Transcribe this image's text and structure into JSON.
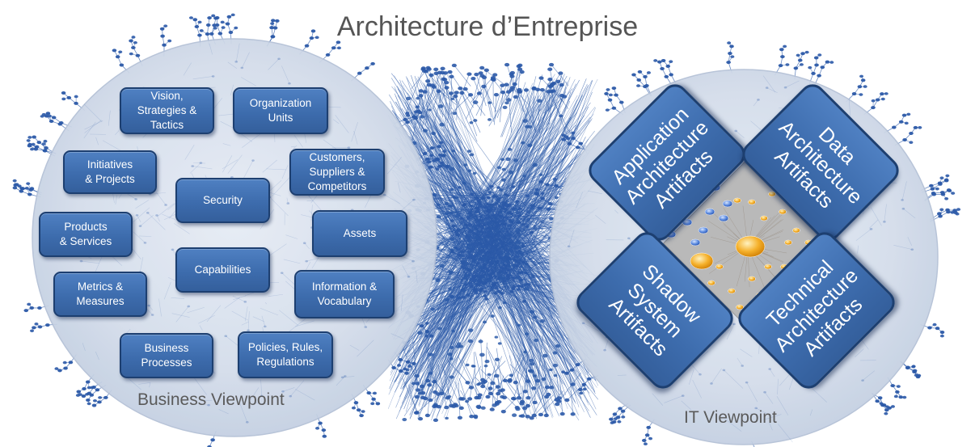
{
  "title": "Architecture d’Entreprise",
  "business": {
    "label": "Business Viewpoint",
    "boxes": [
      {
        "id": "vision",
        "label": "Vision,\nStrategies &\nTactics"
      },
      {
        "id": "org",
        "label": "Organization\nUnits"
      },
      {
        "id": "initiatives",
        "label": "Initiatives\n& Projects"
      },
      {
        "id": "customers",
        "label": "Customers,\nSuppliers &\nCompetitors"
      },
      {
        "id": "security",
        "label": "Security"
      },
      {
        "id": "products",
        "label": "Products\n& Services"
      },
      {
        "id": "assets",
        "label": "Assets"
      },
      {
        "id": "capabilities",
        "label": "Capabilities"
      },
      {
        "id": "metrics",
        "label": "Metrics &\nMeasures"
      },
      {
        "id": "information",
        "label": "Information &\nVocabulary"
      },
      {
        "id": "processes",
        "label": "Business\nProcesses"
      },
      {
        "id": "policies",
        "label": "Policies, Rules,\nRegulations"
      }
    ]
  },
  "it": {
    "label": "IT Viewpoint",
    "boxes": [
      {
        "id": "application",
        "label": "Application\nArchitecture\nArtifacts"
      },
      {
        "id": "data",
        "label": "Data\nArchitecture\nArtifacts"
      },
      {
        "id": "shadow",
        "label": "Shadow\nSystem\nArtifacts"
      },
      {
        "id": "technical",
        "label": "Technical\nArchitecture\nArtifacts"
      }
    ]
  },
  "colors": {
    "circle_fill": "#d5deec",
    "box_fill": "#3f6eae",
    "box_border": "#1d3f70",
    "network": "#2c5aa8",
    "center_panel": "#b9b9b9",
    "node_orange": "#f2a81e"
  }
}
